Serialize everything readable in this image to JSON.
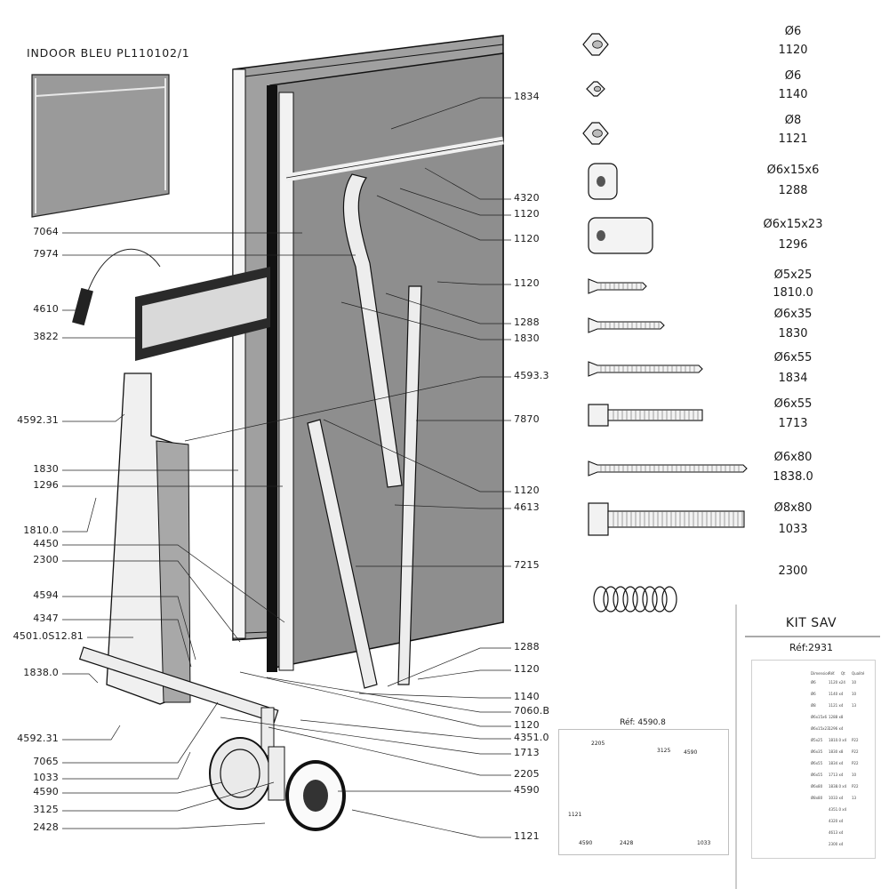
{
  "title": "INDOOR BLEU PL110102/1",
  "callouts_left": [
    {
      "text": "7064",
      "y": 0
    },
    {
      "text": "7974",
      "y": 1
    },
    {
      "text": "4610",
      "y": 2
    },
    {
      "text": "3822",
      "y": 3
    },
    {
      "text": "4592.31",
      "y": 4
    },
    {
      "text": "1830",
      "y": 5
    },
    {
      "text": "1296",
      "y": 6
    },
    {
      "text": "1810.0",
      "y": 7
    },
    {
      "text": "4450",
      "y": 8
    },
    {
      "text": "2300",
      "y": 9
    },
    {
      "text": "4594",
      "y": 10
    },
    {
      "text": "4347",
      "y": 11
    },
    {
      "text": "4501.0S12.81",
      "y": 12
    },
    {
      "text": "1838.0",
      "y": 13
    },
    {
      "text": "4592.31",
      "y": 14
    },
    {
      "text": "7065",
      "y": 15
    },
    {
      "text": "1033",
      "y": 16
    },
    {
      "text": "4590",
      "y": 17
    },
    {
      "text": "3125",
      "y": 18
    },
    {
      "text": "2428",
      "y": 19
    }
  ],
  "callouts_right": [
    {
      "text": "1834"
    },
    {
      "text": "4320"
    },
    {
      "text": "1120"
    },
    {
      "text": "1120"
    },
    {
      "text": "1120"
    },
    {
      "text": "1288"
    },
    {
      "text": "1830"
    },
    {
      "text": "4593.3"
    },
    {
      "text": "7870"
    },
    {
      "text": "1120"
    },
    {
      "text": "4613"
    },
    {
      "text": "7215"
    },
    {
      "text": "1288"
    },
    {
      "text": "1120"
    },
    {
      "text": "1140"
    },
    {
      "text": "7060.B"
    },
    {
      "text": "1120"
    },
    {
      "text": "4351.0"
    },
    {
      "text": "1713"
    },
    {
      "text": "2205"
    },
    {
      "text": "4590"
    },
    {
      "text": "1121"
    }
  ],
  "hardware": [
    {
      "size": "Ø6",
      "ref": "1120",
      "icon": "nut-icon"
    },
    {
      "size": "Ø6",
      "ref": "1140",
      "icon": "nut-icon"
    },
    {
      "size": "Ø8",
      "ref": "1121",
      "icon": "nut-icon"
    },
    {
      "size": "Ø6x15x6",
      "ref": "1288",
      "icon": "spacer-icon"
    },
    {
      "size": "Ø6x15x23",
      "ref": "1296",
      "icon": "spacer-icon"
    },
    {
      "size": "Ø5x25",
      "ref": "1810.0",
      "icon": "screw-icon"
    },
    {
      "size": "Ø6x35",
      "ref": "1830",
      "icon": "screw-icon"
    },
    {
      "size": "Ø6x55",
      "ref": "1834",
      "icon": "screw-icon"
    },
    {
      "size": "Ø6x55",
      "ref": "1713",
      "icon": "bolt-icon"
    },
    {
      "size": "Ø6x80",
      "ref": "1838.0",
      "icon": "screw-icon"
    },
    {
      "size": "Ø8x80",
      "ref": "1033",
      "icon": "bolt-icon"
    },
    {
      "size": "2300",
      "ref": "",
      "icon": "spring-icon"
    }
  ],
  "kit": {
    "title": "KIT SAV",
    "ref": "Réf:2931",
    "header": [
      "Dimension",
      "Réf.",
      "Qt",
      "Qualité"
    ],
    "rows": [
      [
        "Ø6",
        "1120 x24",
        "10"
      ],
      [
        "Ø6",
        "1140 x4",
        "10"
      ],
      [
        "Ø8",
        "1121 x4",
        "13"
      ],
      [
        "Ø6x15x6",
        "1288 x8",
        ""
      ],
      [
        "Ø6x15x23",
        "1296 x4",
        ""
      ],
      [
        "Ø5x25",
        "1810.0 x4",
        "P22"
      ],
      [
        "Ø6x35",
        "1830 x8",
        "P22"
      ],
      [
        "Ø6x55",
        "1834 x4",
        "P22"
      ],
      [
        "Ø6x55",
        "1713 x4",
        "10"
      ],
      [
        "Ø6x80",
        "1838.0 x4",
        "P22"
      ],
      [
        "Ø8x80",
        "1033 x4",
        "13"
      ],
      [
        "",
        "4351.0 x4",
        ""
      ],
      [
        "",
        "4320 x4",
        ""
      ],
      [
        "",
        "4613 x4",
        ""
      ],
      [
        "",
        "2300 x4",
        ""
      ]
    ]
  },
  "inset": {
    "title": "Réf: 4590.8",
    "labels": [
      "2205",
      "3125",
      "4590",
      "1121",
      "4590",
      "2428",
      "1033"
    ]
  },
  "colors": {
    "panel": "#8e8e8e",
    "line": "#1a1a1a",
    "net": "#2a2a2a",
    "part": "#e9e9e9"
  }
}
